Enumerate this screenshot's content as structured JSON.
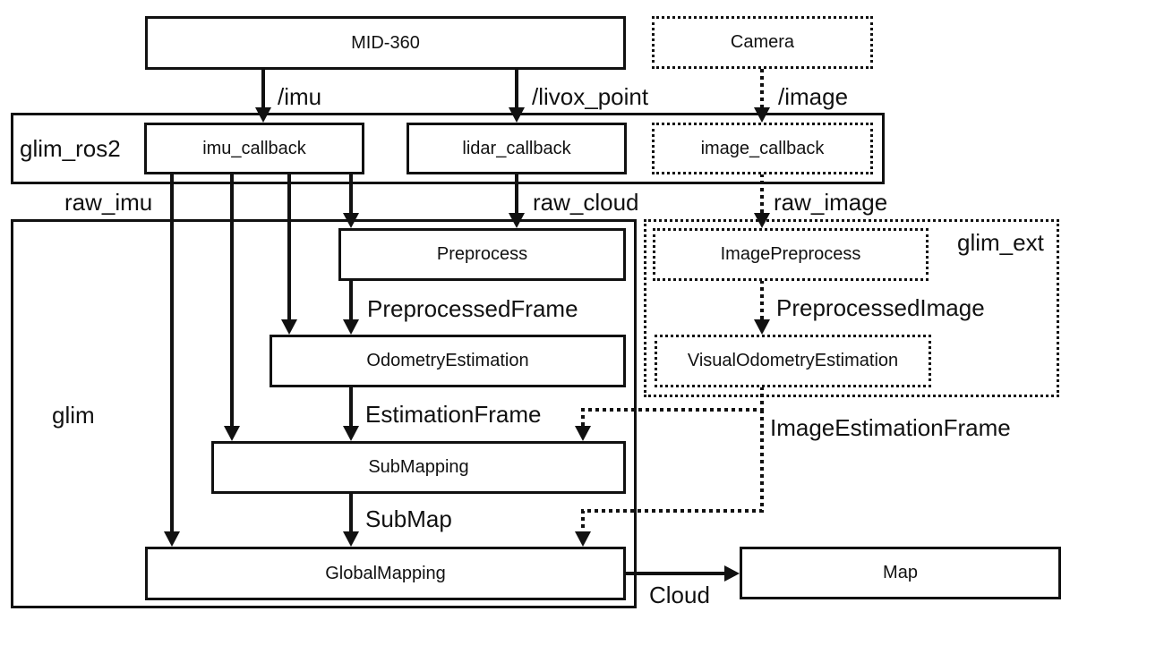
{
  "groups": {
    "glim_ros2": "glim_ros2",
    "glim": "glim",
    "glim_ext": "glim_ext"
  },
  "nodes": {
    "mid360": "MID-360",
    "camera": "Camera",
    "imu_callback": "imu_callback",
    "lidar_callback": "lidar_callback",
    "image_callback": "image_callback",
    "preprocess": "Preprocess",
    "odometry_estimation": "OdometryEstimation",
    "sub_mapping": "SubMapping",
    "global_mapping": "GlobalMapping",
    "image_preprocess": "ImagePreprocess",
    "visual_odometry_estimation": "VisualOdometryEstimation",
    "map": "Map"
  },
  "edges": {
    "imu": "/imu",
    "livox_point": "/livox_point",
    "image": "/image",
    "raw_imu": "raw_imu",
    "raw_cloud": "raw_cloud",
    "raw_image": "raw_image",
    "preprocessed_frame": "PreprocessedFrame",
    "estimation_frame": "EstimationFrame",
    "sub_map": "SubMap",
    "preprocessed_image": "PreprocessedImage",
    "image_estimation_frame": "ImageEstimationFrame",
    "cloud": "Cloud"
  }
}
